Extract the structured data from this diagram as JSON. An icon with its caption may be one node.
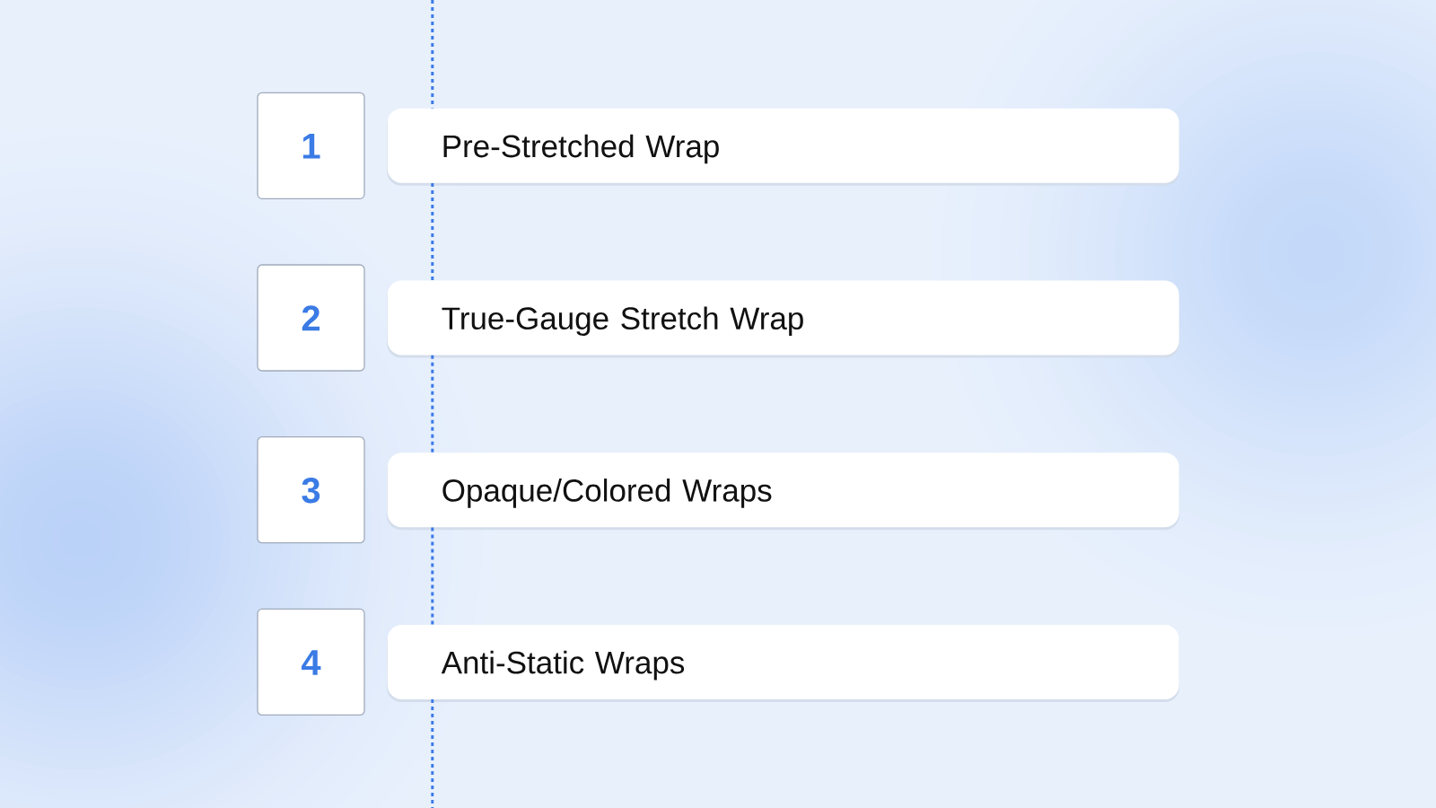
{
  "diagram": {
    "nodes": [
      {
        "text": [
          "1"
        ]
      },
      {
        "text": [
          "Pre-Stretched Wrap"
        ]
      },
      {
        "text": [
          "2"
        ]
      },
      {
        "text": [
          "True-Gauge Stretch Wrap"
        ]
      },
      {
        "text": [
          "3"
        ]
      },
      {
        "text": [
          "Opaque/Colored Wraps"
        ]
      },
      {
        "text": [
          "4"
        ]
      },
      {
        "text": [
          "Anti-Static Wraps"
        ]
      }
    ],
    "edges": [
      {
        "from": null,
        "to": 1,
        "arrow": "none",
        "style": "dashed"
      },
      {
        "from": 1,
        "to": 3,
        "arrow": "none",
        "style": "dashed"
      },
      {
        "from": 3,
        "to": 5,
        "arrow": "none",
        "style": "dashed"
      },
      {
        "from": 5,
        "to": 7,
        "arrow": "none",
        "style": "dashed"
      },
      {
        "from": 7,
        "to": null,
        "arrow": "none",
        "style": "dashed"
      }
    ]
  }
}
